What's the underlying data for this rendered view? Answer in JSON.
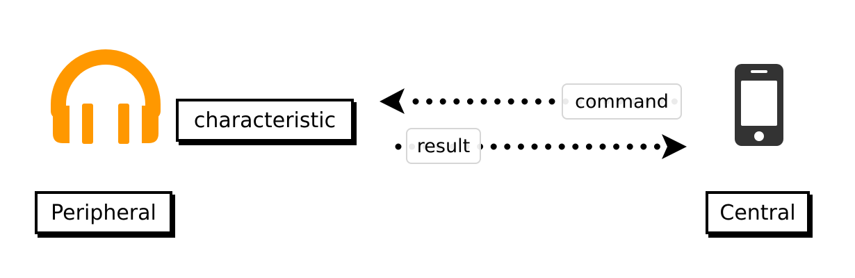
{
  "diagram": {
    "peripheral_label": "Peripheral",
    "characteristic_label": "characteristic",
    "central_label": "Central",
    "command_label": "command",
    "result_label": "result"
  },
  "colors": {
    "peripheral_icon": "#FF9800",
    "central_icon": "#333333",
    "arrow": "#000000",
    "label_border": "#000000",
    "pill_border": "#D6D6D6"
  },
  "icons": {
    "peripheral": "headphones-icon",
    "central": "smartphone-icon"
  }
}
